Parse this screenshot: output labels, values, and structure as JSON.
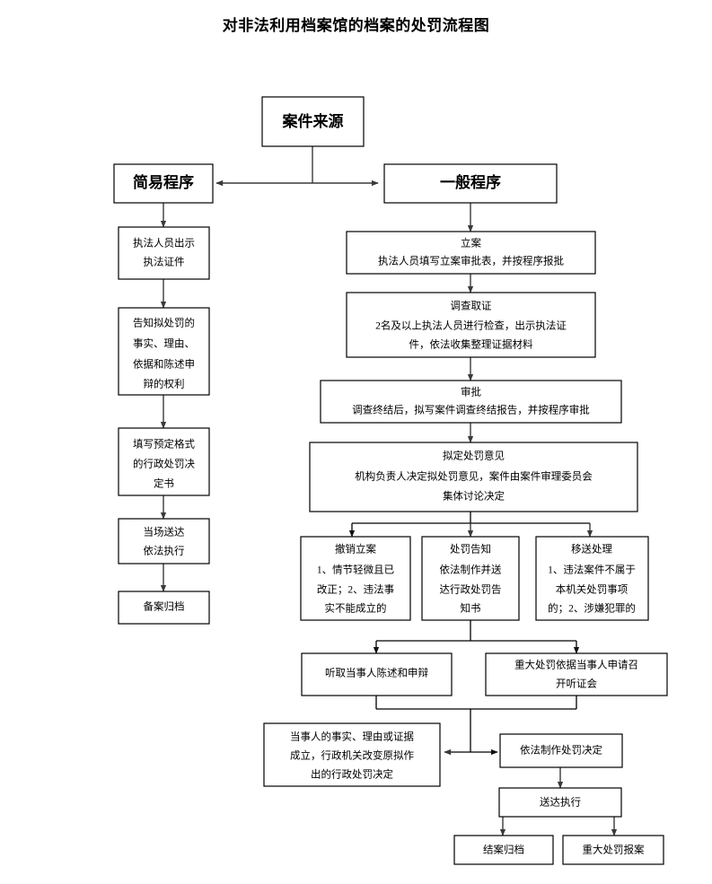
{
  "title": "对非法利用档案馆的档案的处罚流程图",
  "colors": {
    "background": "#ffffff",
    "box_border": "#000000",
    "text": "#000000",
    "arrow": "#3a3a3a"
  },
  "diagram": {
    "type": "flowchart",
    "root": {
      "id": "case-source",
      "label": "案件来源"
    },
    "branches": [
      {
        "id": "simple-procedure",
        "label": "简易程序"
      },
      {
        "id": "general-procedure",
        "label": "一般程序"
      }
    ],
    "simple_procedure_steps": [
      {
        "id": "show-credentials",
        "lines": [
          "执法人员出示",
          "执法证件"
        ]
      },
      {
        "id": "inform-rights",
        "lines": [
          "告知拟处罚的",
          "事实、理由、",
          "依据和陈述申",
          "辩的权利"
        ]
      },
      {
        "id": "fill-decision",
        "lines": [
          "填写预定格式",
          "的行政处罚决",
          "定书"
        ]
      },
      {
        "id": "onsite-service",
        "lines": [
          "当场送达",
          "依法执行"
        ]
      },
      {
        "id": "file-record",
        "lines": [
          "备案归档"
        ]
      }
    ],
    "general_procedure_steps": [
      {
        "id": "case-filing",
        "title": "立案",
        "lines": [
          "执法人员填写立案审批表，并按程序报批"
        ]
      },
      {
        "id": "investigation",
        "title": "调查取证",
        "lines": [
          "2名及以上执法人员进行检查，出示执法证",
          "件，依法收集整理证据材料"
        ]
      },
      {
        "id": "approval",
        "title": "审批",
        "lines": [
          "调查终结后，拟写案件调查终结报告，并按程序审批"
        ]
      },
      {
        "id": "draft-opinion",
        "title": "拟定处罚意见",
        "lines": [
          "机构负责人决定拟处罚意见，案件由案件审理委员会",
          "集体讨论决定"
        ]
      }
    ],
    "three_outcomes": [
      {
        "id": "revoke-case",
        "title": "撤销立案",
        "lines": [
          "1、情节轻微且已",
          "改正；2、违法事",
          "实不能成立的"
        ]
      },
      {
        "id": "penalty-notice",
        "title": "处罚告知",
        "lines": [
          "依法制作并送",
          "达行政处罚告",
          "知书"
        ]
      },
      {
        "id": "transfer-case",
        "title": "移送处理",
        "lines": [
          "1、违法案件不属于",
          "本机关处罚事项",
          "的；2、涉嫌犯罪的"
        ]
      }
    ],
    "hearing_row": [
      {
        "id": "hear-statement",
        "lines": [
          "听取当事人陈述和申辩"
        ]
      },
      {
        "id": "hearing-meeting",
        "lines": [
          "重大处罚依据当事人申请召",
          "开听证会"
        ]
      }
    ],
    "final_row": [
      {
        "id": "change-decision",
        "lines": [
          "当事人的事实、理由或证据",
          "成立，行政机关改变原拟作",
          "出的行政处罚决定"
        ]
      },
      {
        "id": "make-decision",
        "lines": [
          "依法制作处罚决定"
        ]
      }
    ],
    "execution": {
      "id": "serve-execute",
      "label": "送达执行"
    },
    "closing_row": [
      {
        "id": "close-archive",
        "label": "结案归档"
      },
      {
        "id": "major-penalty-report",
        "label": "重大处罚报案"
      }
    ]
  }
}
